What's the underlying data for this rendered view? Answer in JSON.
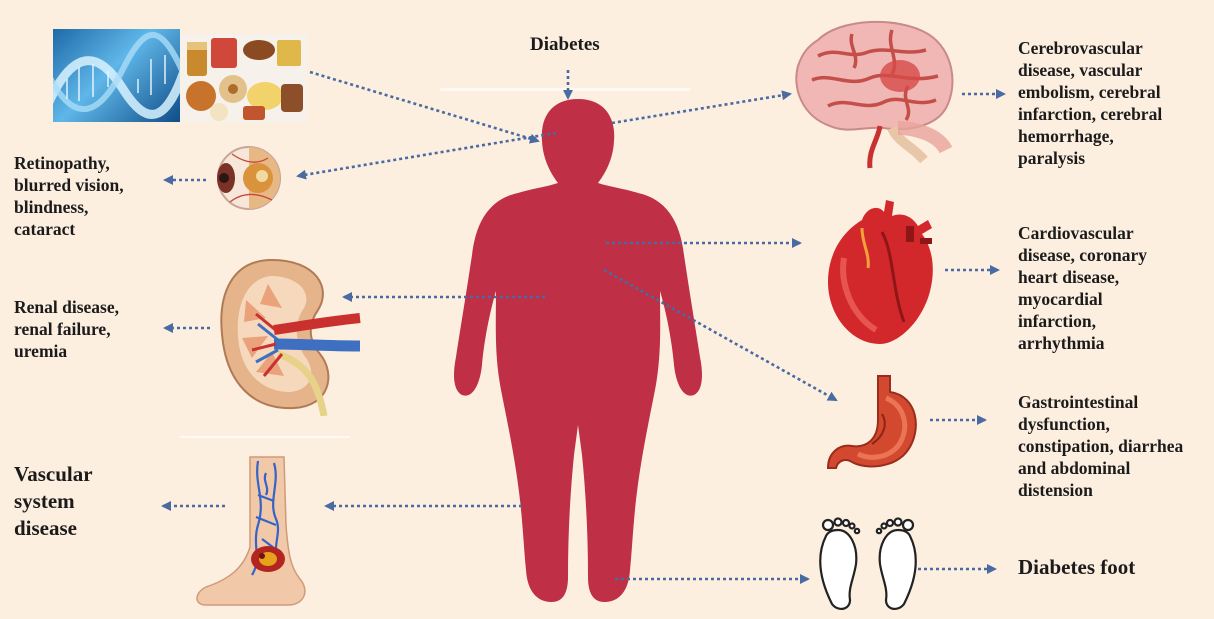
{
  "title": "Diabetes",
  "complications": {
    "eye": "Retinopathy,\nblurred vision,\nblindness,\ncataract",
    "kidney": "Renal disease,\nrenal failure,\nuremia",
    "vascular": "Vascular\nsystem\ndisease",
    "brain": "Cerebrovascular\ndisease, vascular\nembolism, cerebral\ninfarction, cerebral\nhemorrhage,\nparalysis",
    "heart": "Cardiovascular\ndisease, coronary\nheart disease,\nmyocardial\ninfarction,\narrhythmia",
    "stomach": "Gastrointestinal\ndysfunction,\nconstipation, diarrhea\nand abdominal\ndistension",
    "foot": "Diabetes foot"
  },
  "colors": {
    "background": "#fdefe0",
    "body": "#bf2f45",
    "arrow": "#4a6aa2",
    "text": "#1b1b1b"
  },
  "icons": [
    "dna-image",
    "junk-food-image",
    "eye-icon",
    "kidney-icon",
    "leg-ulcer-icon",
    "brain-icon",
    "heart-icon",
    "stomach-icon",
    "feet-icon",
    "human-body-silhouette"
  ]
}
